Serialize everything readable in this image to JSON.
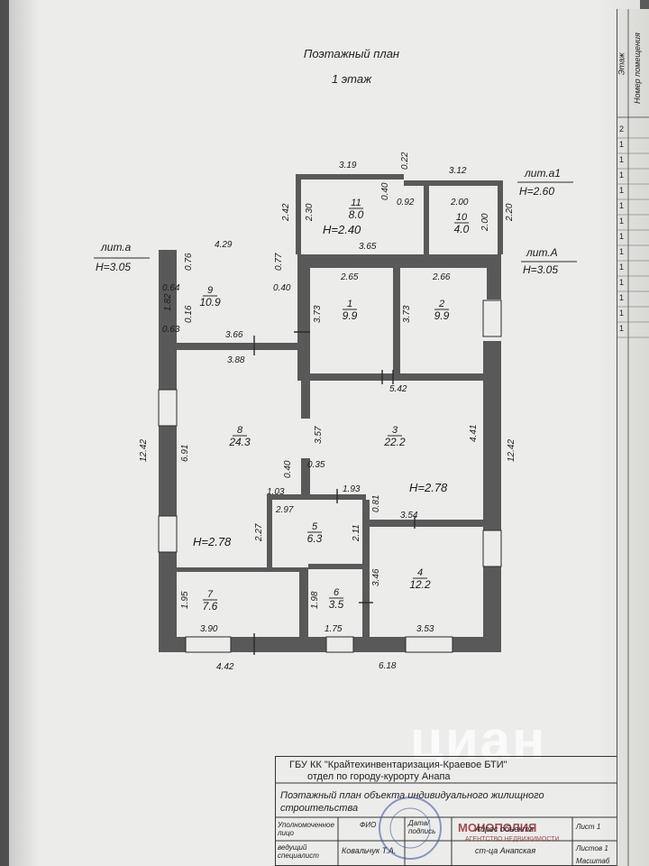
{
  "header": {
    "title": "Поэтажный план",
    "floor": "1 этаж"
  },
  "litera": [
    {
      "name": "лит.а1",
      "height": "H=2.60"
    },
    {
      "name": "лит.а",
      "height": "H=3.05"
    },
    {
      "name": "лит.А",
      "height": "H=3.05"
    }
  ],
  "rooms": [
    {
      "num": "1",
      "area": "9.9"
    },
    {
      "num": "2",
      "area": "9.9"
    },
    {
      "num": "3",
      "area": "22.2"
    },
    {
      "num": "4",
      "area": "12.2"
    },
    {
      "num": "5",
      "area": "6.3"
    },
    {
      "num": "6",
      "area": "3.5"
    },
    {
      "num": "7",
      "area": "7.6"
    },
    {
      "num": "8",
      "area": "24.3"
    },
    {
      "num": "9",
      "area": "10.9"
    },
    {
      "num": "10",
      "area": "4.0"
    },
    {
      "num": "11",
      "area": "8.0"
    }
  ],
  "heights": {
    "h11": "H=2.40",
    "h3": "H=2.78",
    "h8": "H=2.78"
  },
  "dims": [
    "3.19",
    "0.22",
    "3.12",
    "0.40",
    "0.92",
    "2.00",
    "2.42",
    "2.30",
    "2.00",
    "2.20",
    "3.65",
    "4.29",
    "0.76",
    "0.77",
    "2.65",
    "2.66",
    "0.64",
    "0.40",
    "1.82",
    "3.73",
    "3.73",
    "0.16",
    "0.63",
    "3.66",
    "3.88",
    "5.42",
    "12.42",
    "6.91",
    "3.57",
    "4.41",
    "12.42",
    "0.35",
    "0.40",
    "1.03",
    "1.93",
    "0.81",
    "2.97",
    "3.54",
    "2.27",
    "2.11",
    "3.46",
    "1.95",
    "1.98",
    "3.90",
    "1.75",
    "3.53",
    "4.42",
    "6.18"
  ],
  "stamp": {
    "org1": "ГБУ КК \"Крайтехинвентаризация-Краевое БТИ\"",
    "org2": "отдел по городу-курорту Анапа",
    "doc1": "Поэтажный план объекта индивидуального жилищного",
    "doc2": "строительства",
    "col_person": "Уполномоченное лицо",
    "col_fio": "ФИО",
    "col_date": "Дата/ подпись",
    "col_addr": "Адрес объекта",
    "col_sheet": "Лист 1",
    "row_role": "ведущий специалист",
    "row_fio": "Ковальчук Т.А.",
    "row_addr": "ст-ца Анапская",
    "row_sheets": "Листов 1",
    "scale": "Масштаб"
  },
  "side": {
    "col1": "Этаж",
    "col2": "Номер помещения",
    "nums": [
      "2",
      "1",
      "1",
      "1",
      "1",
      "1",
      "1",
      "1",
      "1",
      "1",
      "1",
      "1",
      "1",
      "1"
    ]
  },
  "watermark": {
    "brand": "циан",
    "brand2": "МОНОПОЛИЯ",
    "brand3": "АГЕНТСТВО НЕДВИЖИМОСТИ"
  },
  "colors": {
    "wall": "#595959",
    "line": "#2a2a2a",
    "paper": "#ececea"
  }
}
